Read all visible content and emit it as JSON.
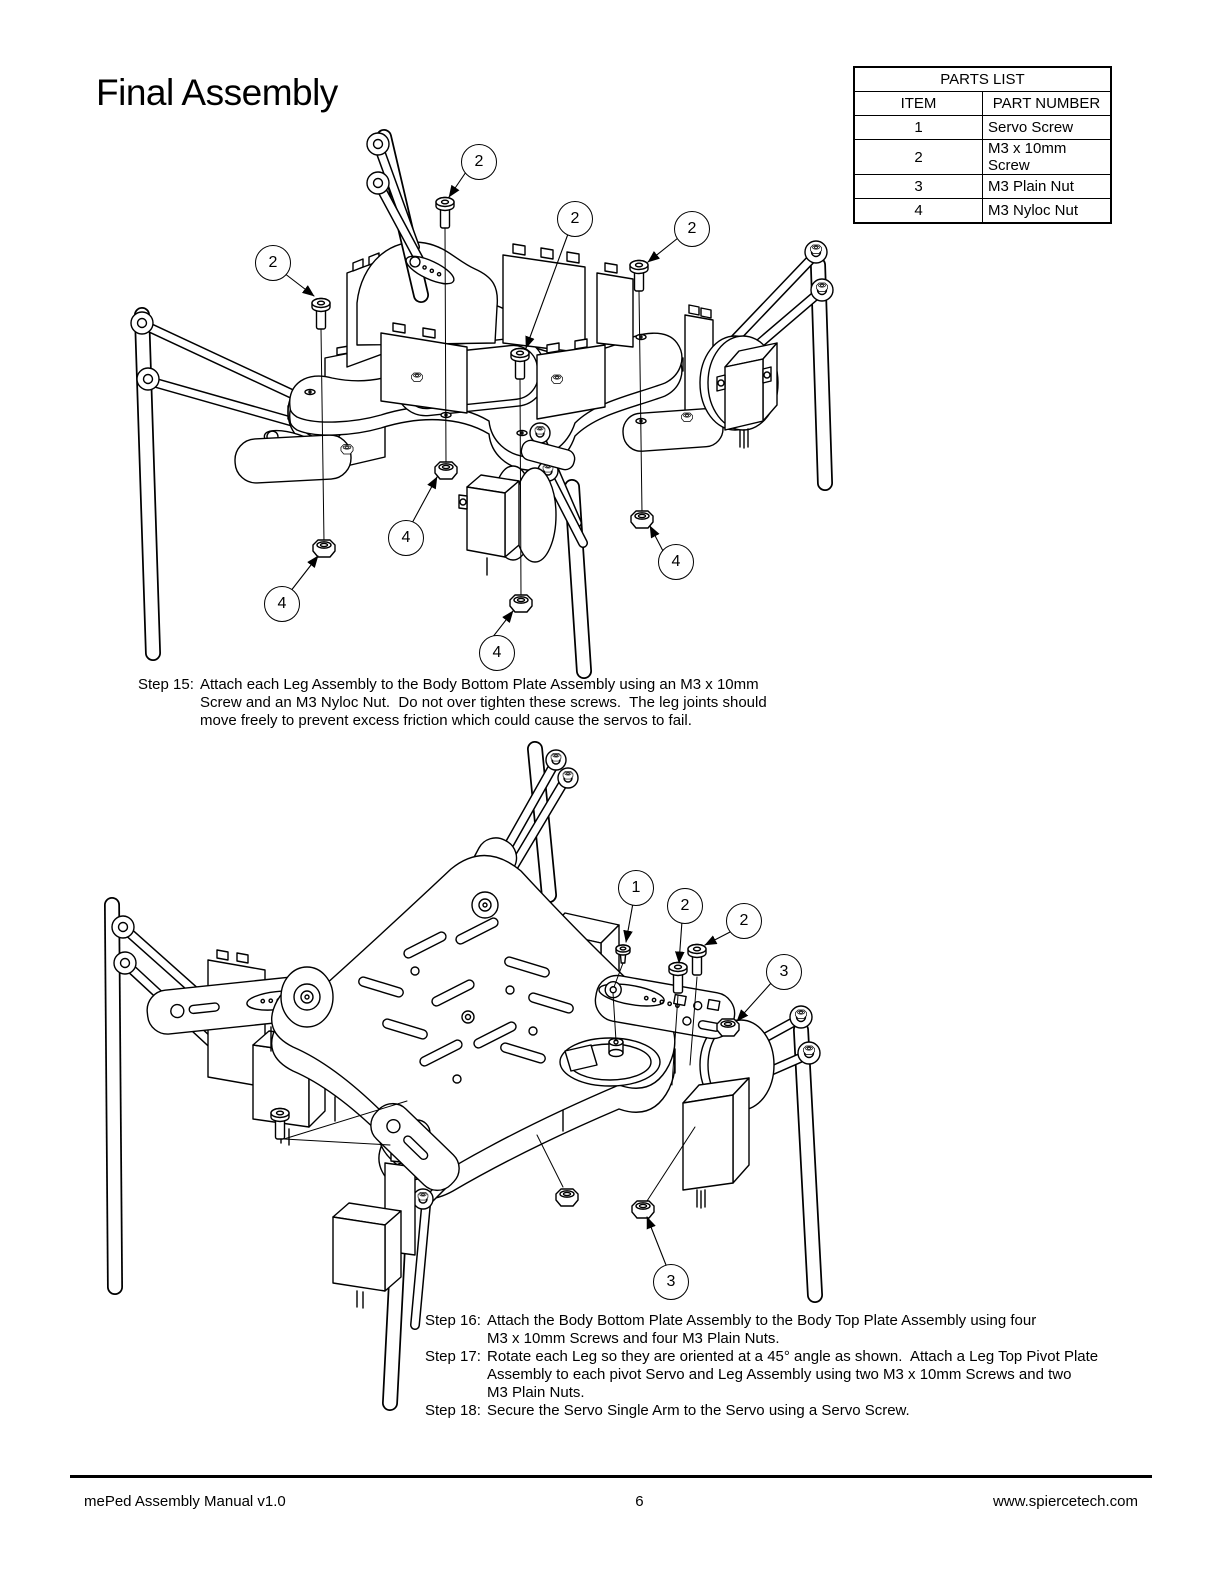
{
  "page": {
    "title": "Final Assembly",
    "footer_left": "mePed Assembly Manual v1.0",
    "page_number": "6",
    "footer_right": "www.spiercetech.com"
  },
  "parts_list": {
    "title": "PARTS LIST",
    "col_item": "ITEM",
    "col_part": "PART NUMBER",
    "rows": [
      {
        "item": "1",
        "part": "Servo Screw"
      },
      {
        "item": "2",
        "part": "M3 x 10mm Screw"
      },
      {
        "item": "3",
        "part": "M3 Plain Nut"
      },
      {
        "item": "4",
        "part": "M3 Nyloc Nut"
      }
    ]
  },
  "steps": {
    "step15": {
      "label": "Step 15:",
      "line1": "Attach each Leg Assembly to the Body Bottom Plate Assembly using an M3 x 10mm",
      "line2": "Screw and an M3 Nyloc Nut.  Do not over tighten these screws.  The leg joints should",
      "line3": "move freely to prevent excess friction which could cause the servos to fail."
    },
    "step16": {
      "label": "Step 16:",
      "line1": "Attach the Body Bottom Plate Assembly to the Body Top Plate Assembly using four",
      "line2": "M3 x 10mm Screws and four M3 Plain Nuts."
    },
    "step17": {
      "label": "Step 17:",
      "line1": "Rotate each Leg so they are oriented at a 45° angle as shown.  Attach a Leg Top Pivot Plate",
      "line2": "Assembly to each pivot Servo and Leg Assembly using two M3 x 10mm Screws and two",
      "line3": "M3 Plain Nuts."
    },
    "step18": {
      "label": "Step 18:",
      "line1": "Secure the Servo Single Arm to the Servo using a Servo Screw."
    }
  },
  "diagram1": {
    "callouts": [
      {
        "label": "2"
      },
      {
        "label": "2"
      },
      {
        "label": "2"
      },
      {
        "label": "2"
      },
      {
        "label": "4"
      },
      {
        "label": "4"
      },
      {
        "label": "4"
      },
      {
        "label": "4"
      }
    ]
  },
  "diagram2": {
    "callouts": [
      {
        "label": "1"
      },
      {
        "label": "2"
      },
      {
        "label": "2"
      },
      {
        "label": "3"
      },
      {
        "label": "3"
      }
    ]
  },
  "colors": {
    "line": "#000000",
    "background": "#ffffff"
  }
}
